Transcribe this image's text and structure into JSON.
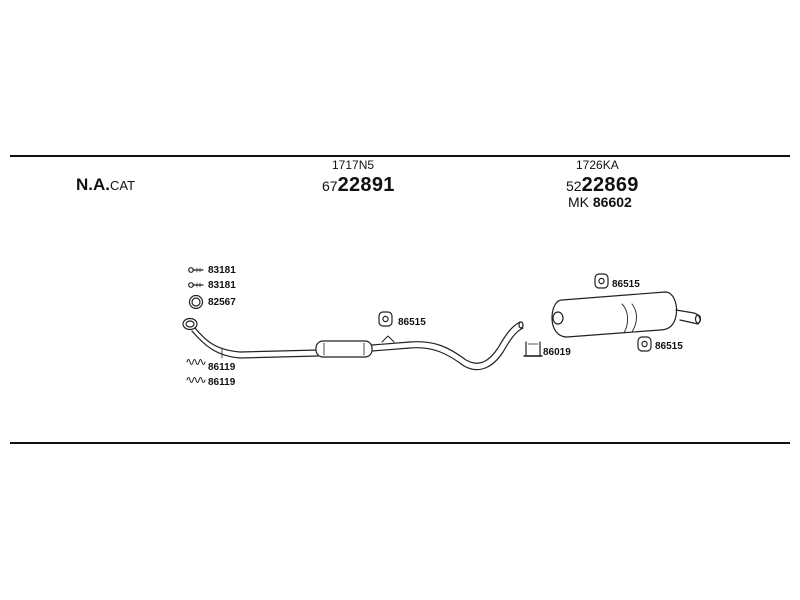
{
  "header": {
    "label_main": "N.A.",
    "label_sub": "CAT"
  },
  "front_section": {
    "ref_code": "1717N5",
    "part_prefix": "67",
    "part_number": "22891"
  },
  "rear_section": {
    "ref_code": "1726KA",
    "part_prefix": "52",
    "part_number": "22869",
    "kit_prefix": "MK",
    "kit_number": "86602"
  },
  "parts": {
    "bolt_1": "83181",
    "bolt_2": "83181",
    "gasket": "82567",
    "spring_1": "86119",
    "spring_2": "86119",
    "rubber_mount_front": "86515",
    "clamp": "86019",
    "rubber_mount_rear_top": "86515",
    "rubber_mount_rear_bottom": "86515"
  }
}
